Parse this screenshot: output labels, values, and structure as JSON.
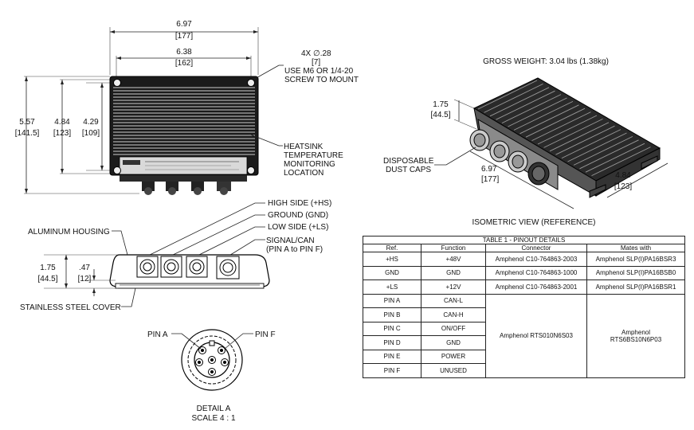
{
  "top_view": {
    "overall_width": "6.97",
    "overall_width_mm": "[177]",
    "hole_spacing": "6.38",
    "hole_spacing_mm": "[162]",
    "height_overall": "5.57",
    "height_overall_mm": "[141.5]",
    "height_body": "4.84",
    "height_body_mm": "[123]",
    "height_holes": "4.29",
    "height_holes_mm": "[109]",
    "hole_note_line1": "4X ∅.28",
    "hole_note_line2": "[7]",
    "hole_note_line3": "USE M6 OR 1/4-20",
    "hole_note_line4": "SCREW TO MOUNT",
    "heatsink_line1": "HEATSINK",
    "heatsink_line2": "TEMPERATURE",
    "heatsink_line3": "MONITORING",
    "heatsink_line4": "LOCATION"
  },
  "side_view": {
    "callout_hs": "HIGH SIDE (+HS)",
    "callout_gnd": "GROUND (GND)",
    "callout_ls": "LOW SIDE (+LS)",
    "callout_signal_line1": "SIGNAL/CAN",
    "callout_signal_line2": "(PIN A to  PIN F)",
    "aluminum_housing": "ALUMINUM HOUSING",
    "stainless_cover": "STAINLESS STEEL COVER",
    "height": "1.75",
    "height_mm": "[44.5]",
    "cover_height": ".47",
    "cover_height_mm": "[12]"
  },
  "detail": {
    "pin_a": "PIN A",
    "pin_f": "PIN F",
    "title": "DETAIL A",
    "scale": "SCALE 4 : 1"
  },
  "iso_view": {
    "gross_weight": "GROSS WEIGHT: 3.04 lbs (1.38kg)",
    "height": "1.75",
    "height_mm": "[44.5]",
    "dust_caps_line1": "DISPOSABLE",
    "dust_caps_line2": "DUST CAPS",
    "width": "6.97",
    "width_mm": "[177]",
    "depth": "4.84",
    "depth_mm": "[123]",
    "caption": "ISOMETRIC VIEW (REFERENCE)"
  },
  "table": {
    "caption": "TABLE 1 - PINOUT DETAILS",
    "headers": [
      "Ref.",
      "Function",
      "Connector",
      "Mates with"
    ],
    "rows": [
      [
        "+HS",
        "+48V",
        "Amphenol C10-764863-2003",
        "Amphenol SLP(I)PA16BSR3"
      ],
      [
        "GND",
        "GND",
        "Amphenol C10-764863-1000",
        "Amphenol SLP(I)PA16BSB0"
      ],
      [
        "+LS",
        "+12V",
        "Amphenol C10-764863-2001",
        "Amphenol SLP(I)PA16BSR1"
      ],
      [
        "PIN A",
        "CAN-L"
      ],
      [
        "PIN B",
        "CAN-H"
      ],
      [
        "PIN C",
        "ON/OFF"
      ],
      [
        "PIN D",
        "GND"
      ],
      [
        "PIN E",
        "POWER"
      ],
      [
        "PIN F",
        "UNUSED"
      ]
    ],
    "signal_connector": "Amphenol RTS010N6S03",
    "signal_mate_line1": "Amphenol",
    "signal_mate_line2": "RTS6BS10N6P03"
  }
}
